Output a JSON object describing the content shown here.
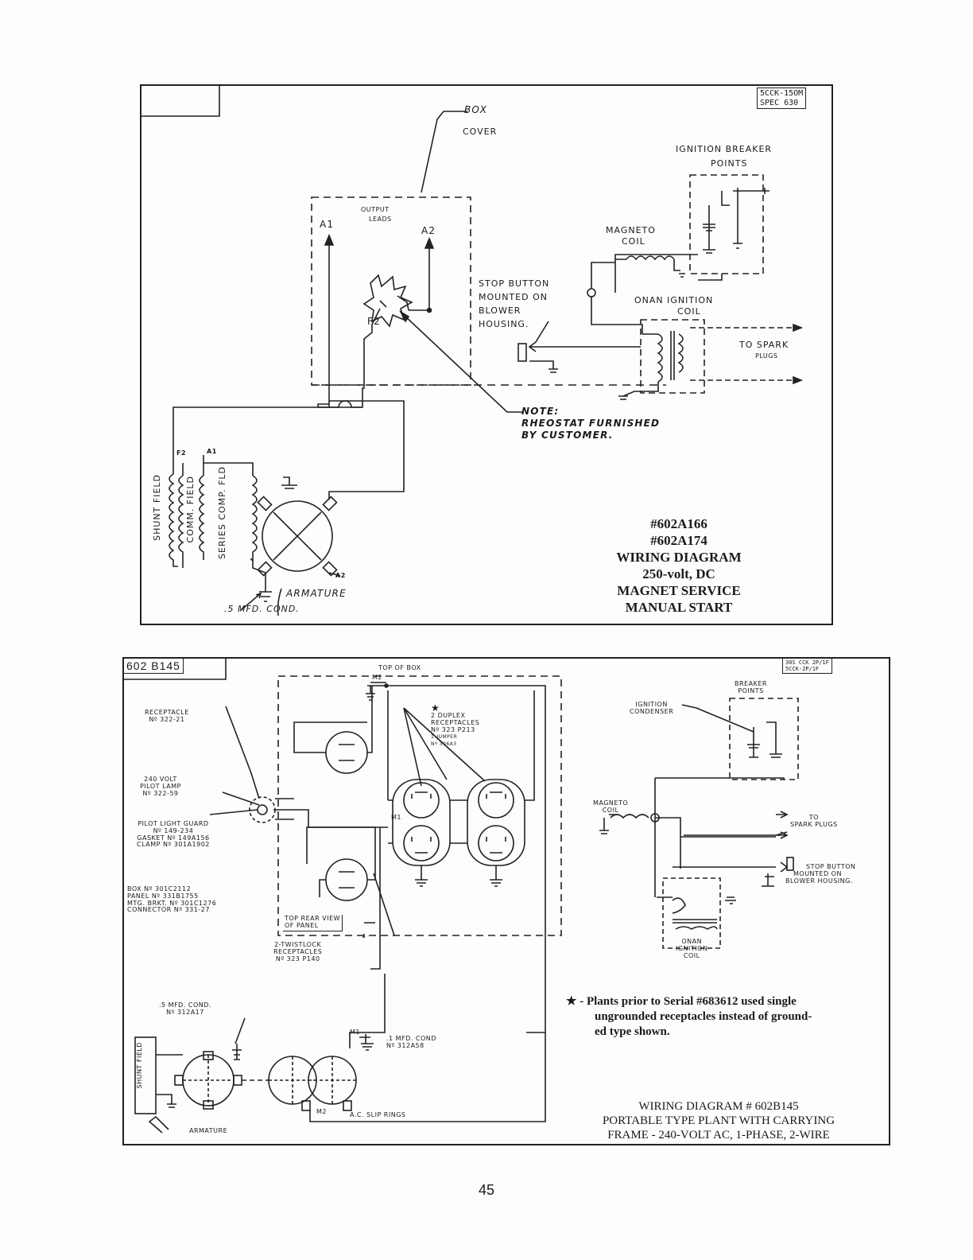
{
  "top_diagram": {
    "spec_label": [
      "5CCK-15OM",
      "SPEC 630"
    ],
    "box_cover": [
      "BOX",
      "COVER"
    ],
    "ignition_breaker_points": [
      "IGNITION BREAKER",
      "POINTS"
    ],
    "output_leads": [
      "OUTPUT",
      "LEADS"
    ],
    "a1": "A1",
    "a2": "A2",
    "f2": "F2",
    "magneto_coil": [
      "MAGNETO",
      "COIL"
    ],
    "stop_button": [
      "STOP BUTTON",
      "MOUNTED ON",
      "BLOWER",
      "HOUSING."
    ],
    "onan_ignition_coil": [
      "ONAN IGNITION",
      "COIL"
    ],
    "to_spark_plugs": [
      "TO SPARK",
      "PLUGS"
    ],
    "note": [
      "NOTE:",
      "RHEOSTAT FURNISHED",
      "BY CUSTOMER."
    ],
    "shunt_field": "SHUNT FIELD",
    "comm_field": "COMM. FIELD",
    "series_comp_fld": "SERIES COMP. FLD",
    "f2_coil": "F2",
    "a1_coil": "A1",
    "armature": "ARMATURE",
    "cond": ".5 MFD. COND.",
    "a2_arm": "A2",
    "title_lines": [
      "#602A166",
      "#602A174",
      "WIRING DIAGRAM",
      "250-volt, DC",
      "MAGNET SERVICE",
      "MANUAL START"
    ]
  },
  "bottom_diagram": {
    "id_label": "602 B145",
    "spec_label": [
      "30S CCK 2P/1F",
      "5CCK-2P/1F"
    ],
    "top_of_box": "TOP OF BOX",
    "m2_top": "M2",
    "receptacle": [
      "RECEPTACLE",
      "Nº 322-21"
    ],
    "duplex": [
      "2 DUPLEX",
      "RECEPTACLES",
      "Nº 323 P213",
      "1-JUMPER",
      "Nº 306A3"
    ],
    "pilot_lamp": [
      "240 VOLT",
      "PILOT LAMP",
      "Nº 322-59"
    ],
    "pilot_guard": [
      "PILOT LIGHT GUARD",
      "Nº 149-234",
      "GASKET Nº 149A156",
      "CLAMP Nº 301A1902"
    ],
    "m1": "M1",
    "box_parts": [
      "BOX Nº 301C2112",
      "PANEL Nº 331B1755",
      "MTG. BRKT. Nº 301C1276",
      "CONNECTOR Nº 331-27"
    ],
    "top_rear_view": [
      "TOP REAR VIEW",
      "OF PANEL"
    ],
    "twistlock": [
      "2-TWISTLOCK",
      "RECEPTACLES",
      "Nº 323 P140"
    ],
    "breaker_points": [
      "BREAKER",
      "POINTS"
    ],
    "ignition_condenser": [
      "IGNITION",
      "CONDENSER"
    ],
    "magneto_coil": [
      "MAGNETO",
      "COIL"
    ],
    "to_spark_plugs": [
      "TO",
      "SPARK PLUGS"
    ],
    "stop_button": [
      "STOP BUTTON",
      "MOUNTED ON",
      "BLOWER HOUSING."
    ],
    "onan_coil": [
      "ONAN",
      "IGNITION",
      "COIL"
    ],
    "star_note": [
      "★ - Plants prior to Serial #683612 used single",
      "ungrounded receptacles instead of ground-",
      "ed type shown."
    ],
    "half_cond": [
      ".5 MFD. COND.",
      "Nº 312A17"
    ],
    "one_cond": [
      ".1 MFD. COND",
      "Nº 312A58"
    ],
    "m1_low": "M1",
    "m2_low": "M2",
    "shunt_field": "SHUNT FIELD",
    "slip_rings": "A.C. SLIP RINGS",
    "armature": "ARMATURE",
    "title_lines": [
      "WIRING DIAGRAM # 602B145",
      "PORTABLE TYPE PLANT WITH CARRYING",
      "FRAME - 240-VOLT AC, 1-PHASE, 2-WIRE"
    ]
  },
  "page_number": "45"
}
